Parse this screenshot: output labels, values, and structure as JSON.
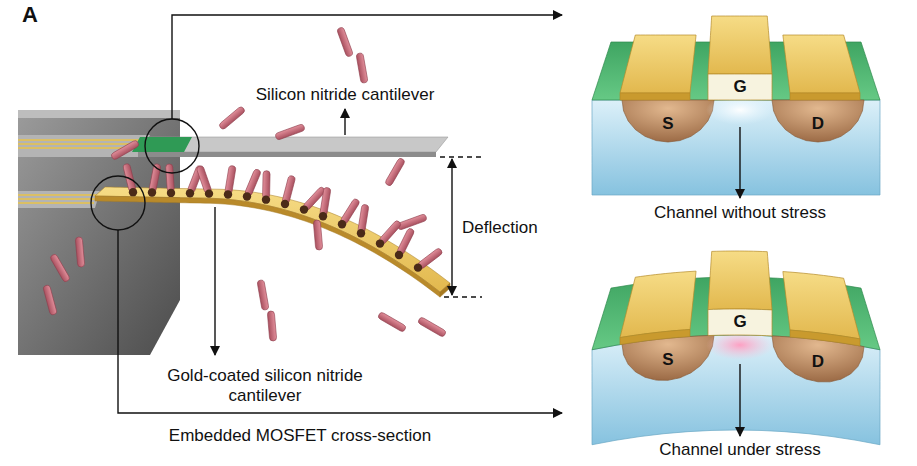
{
  "diagram": {
    "labels": [
      "A",
      "Silicon nitride cantilever",
      "Deflection",
      "Gold-coated silicon nitride cantilever",
      "Embedded MOSFET cross-section",
      "G",
      "S",
      "D",
      "Channel without stress",
      "G",
      "S",
      "D",
      "Channel under stress"
    ]
  }
}
